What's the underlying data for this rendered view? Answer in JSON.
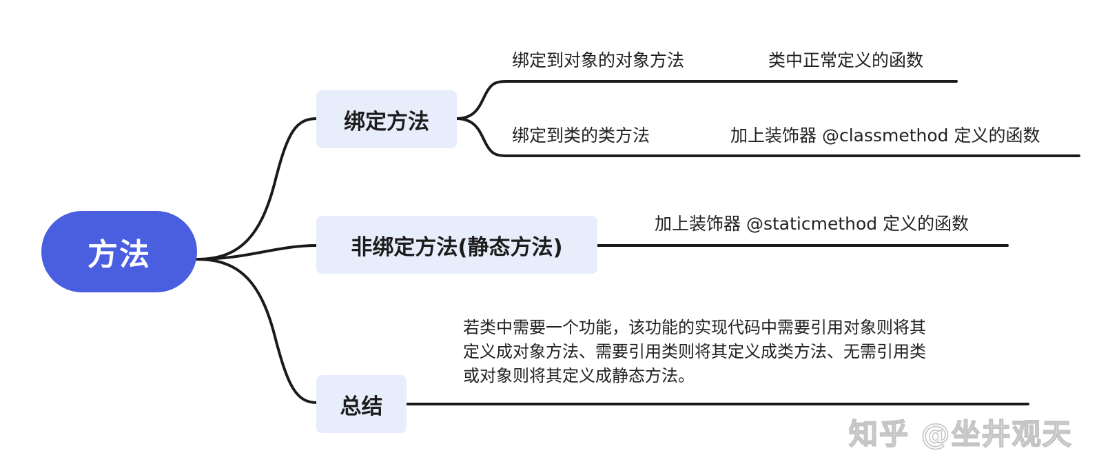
{
  "root": {
    "label": "方法"
  },
  "branches": {
    "bound": {
      "label": "绑定方法",
      "children": [
        {
          "label": "绑定到对象的对象方法",
          "note": "类中正常定义的函数"
        },
        {
          "label": "绑定到类的类方法",
          "note": "加上装饰器 @classmethod 定义的函数"
        }
      ]
    },
    "unbound": {
      "label": "非绑定方法(静态方法)",
      "note": "加上装饰器 @staticmethod 定义的函数"
    },
    "summary": {
      "label": "总结",
      "lines": [
        "若类中需要一个功能，该功能的实现代码中需要引用对象则将其",
        "定义成对象方法、需要引用类则将其定义成类方法、无需引用类",
        "或对象则将其定义成静态方法。"
      ]
    }
  },
  "watermark": "知乎 @坐井观天",
  "colors": {
    "root": "#4a5ee0",
    "node_bg": "#e8edfb",
    "edge": "#1a1a1a"
  }
}
